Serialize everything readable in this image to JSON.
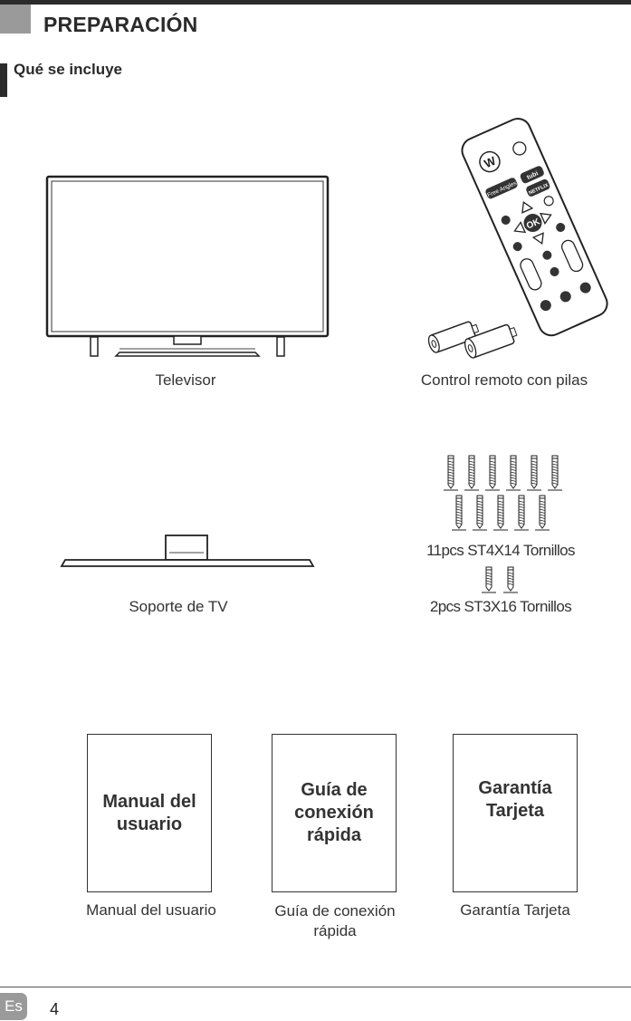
{
  "header": {
    "title": "PREPARACIÓN"
  },
  "subsection": {
    "title": "Qué se incluye"
  },
  "items": {
    "tv": {
      "caption": "Televisor"
    },
    "remote": {
      "caption": "Control remoto con pilas",
      "logo": "W",
      "buttons": {
        "free_angles": "Free Angles",
        "tubi": "tubi",
        "netflix": "NETFLIX",
        "ok": "OK"
      }
    },
    "stand": {
      "caption": "Soporte de TV"
    },
    "screws_large": {
      "caption": "11pcs ST4X14 Tornillos",
      "count": 11
    },
    "screws_small": {
      "caption": "2pcs ST3X16 Tornillos",
      "count": 2
    }
  },
  "documents": [
    {
      "box_label": "Manual del usuario",
      "caption": "Manual del usuario"
    },
    {
      "box_label": "Guía de conexión rápida",
      "caption": "Guía de conexión rápida"
    },
    {
      "box_label": "Garantía Tarjeta",
      "caption": "Garantía Tarjeta"
    }
  ],
  "footer": {
    "language": "Es",
    "page_number": "4"
  }
}
